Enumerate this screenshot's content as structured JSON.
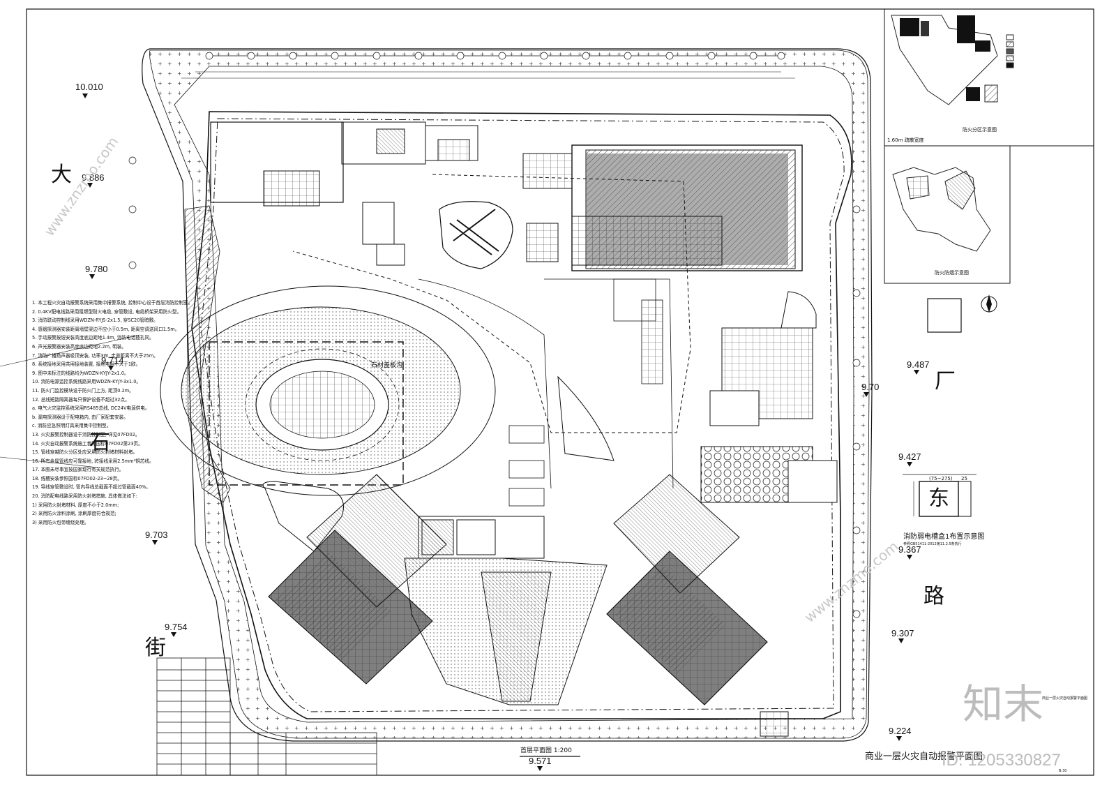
{
  "drawing": {
    "title": "首层平面图",
    "title_scale": "1:200",
    "footer_title": "商业一层火灾自动报警平面图",
    "footer_small": "商业一层火灾自动报警平面图",
    "scale_note": "B:30",
    "ground_label": "石材盖板沟"
  },
  "roads": {
    "west": [
      "大",
      "石",
      "街"
    ],
    "east": [
      "厂",
      "东",
      "路"
    ]
  },
  "elevations": [
    "10.010",
    "9.886",
    "9.780",
    "9.714",
    "9.703",
    "9.754",
    "9.487",
    "9.70",
    "9.427",
    "9.367",
    "9.307",
    "9.224",
    "9.571"
  ],
  "legend_top": {
    "caption": "防火分区示意图",
    "note": "1.60m 疏散宽度"
  },
  "legend_mid": {
    "caption": "防火防烟示意图"
  },
  "detail": {
    "title": "消防弱电槽盒1布置示意图",
    "dims": "(75~275)",
    "dim2": "25",
    "note": "参照GB51411-2012第11.2.5条执行"
  },
  "notes": [
    "1. 本工程火灾自动报警系统采用集中报警系统, 控制中心设于首层消防控制室。",
    "2. 0.4KV配电线路采用阻燃型耐火电缆, 穿管敷设, 电缆桥架采用防火型。",
    "3. 消防联动控制线采用WDZN-RYJS-2x1.5, 穿SC20管暗敷。",
    "4. 感烟探测器安装距离墙壁梁边不应小于0.5m, 距离空调送风口1.5m。",
    "5. 手动报警按钮安装高度底边距地1.4m, 消防电话插孔同。",
    "6. 声光报警器安装高度底边距地2.2m, 明装。",
    "7. 消防广播扬声器吸顶安装, 功率3W, 走道距离不大于25m。",
    "8. 系统接地采用共用接地装置, 接地电阻不大于1欧。",
    "9. 图中未标注的线路均为WDZN-KYJY-2x1.0。",
    "10. 消防电源监控系统线路采用WDZN-KYJY-3x1.0。",
    "11. 防火门监控模块设于防火门上方, 距顶0.2m。",
    "12. 总线短路隔离器每只保护设备不超过32点。",
    "a. 电气火灾监控系统采用RS485总线, DC24V电源供电。",
    "b. 漏电探测器设于配电箱内, 由厂家配套安装。",
    "c. 消防应急照明灯具采用集中控制型。",
    "13. 火灾报警控制器设于消防控制室, 详见07FD02。",
    "14. 火灾自动报警系统施工参照国标07FD02第23页。",
    "15. 管线穿越防火分区处应采用防火封堵材料封堵。",
    "16. 所有金属管线应可靠接地, 跨接线采用2.5mm²铜芯线。",
    "17. 本图未尽事宜按国家现行有关规范执行。",
    "18. 线槽安装参照国标07FD02-23~28页。",
    "19. 导线穿管敷设时, 管内导线总截面不超过管截面40%。",
    "20. 消防配电线路采用防火封堵措施, 具体做法如下:",
    "1) 采用防火封堵材料, 厚度不小于2.0mm;",
    "2) 采用防火涂料涂刷, 涂刷厚度符合规范;",
    "3) 采用防火包带缠绕处理。"
  ],
  "watermark": {
    "brand": "知末",
    "id": "ID: 1205330827",
    "site": "www.znzmo.com"
  },
  "colors": {
    "line": "#111111",
    "hatch": "#555555",
    "dark": "#3a3a3a",
    "paper": "#ffffff"
  }
}
